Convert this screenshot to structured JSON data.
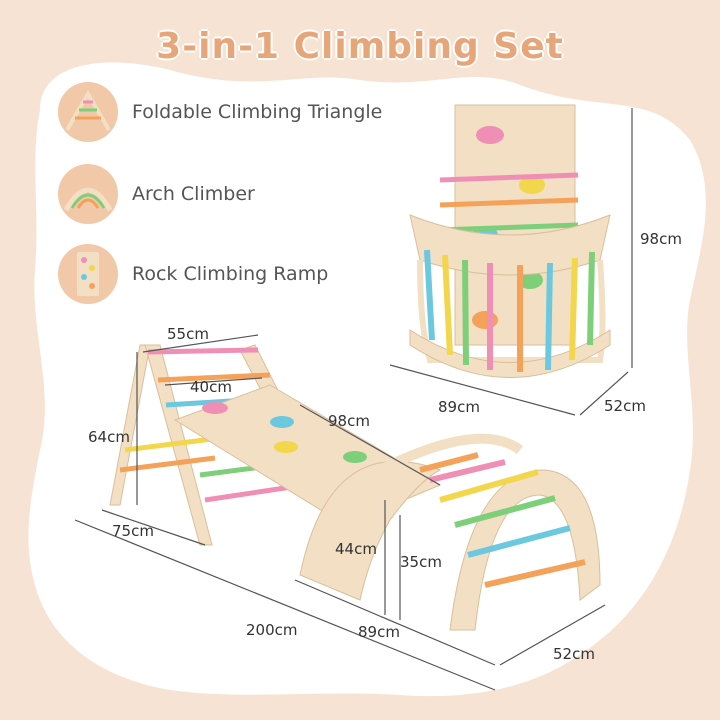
{
  "title": "3-in-1 Climbing Set",
  "features": [
    {
      "label": "Foldable Climbing Triangle",
      "icon": "triangle-icon"
    },
    {
      "label": "Arch Climber",
      "icon": "arch-icon"
    },
    {
      "label": "Rock Climbing Ramp",
      "icon": "ramp-icon"
    }
  ],
  "dimensions": {
    "stack_height": "98cm",
    "stack_length": "89cm",
    "stack_depth": "52cm",
    "triangle_top_width": "55cm",
    "triangle_inner_width": "40cm",
    "triangle_height": "64cm",
    "triangle_base": "75cm",
    "ramp_length": "98cm",
    "arch_outer_height": "44cm",
    "arch_inner_height": "35cm",
    "total_length": "200cm",
    "arch_length": "89cm",
    "arch_depth": "52cm"
  },
  "colors": {
    "background": "#f6e3d3",
    "blob": "#ffffff",
    "title": "#e7a57a",
    "wood": "#f3dfc3",
    "rungs": [
      "#f08fb6",
      "#f4a259",
      "#7dcf7a",
      "#6cc8df",
      "#f2d64b",
      "#b6a2e6"
    ]
  }
}
